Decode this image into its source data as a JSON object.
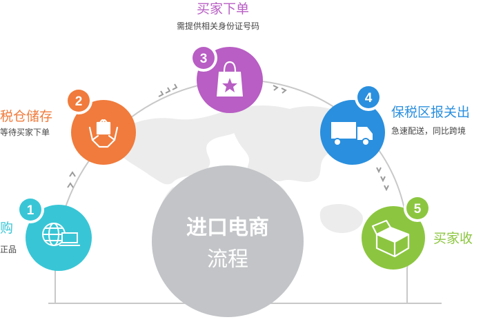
{
  "center": {
    "line1": "进口电商",
    "line2": "流程"
  },
  "steps": [
    {
      "num": "1",
      "title": "购",
      "subtitle": "正品",
      "color": "#38c6d6",
      "icon": "globe-laptop-icon"
    },
    {
      "num": "2",
      "title": "税仓储存",
      "subtitle": "等待买家下单",
      "color": "#f07b3c",
      "icon": "hands-gift-icon"
    },
    {
      "num": "3",
      "title": "买家下单",
      "subtitle": "需提供相关身份证号码",
      "color": "#b85ec4",
      "icon": "shopping-bag-icon"
    },
    {
      "num": "4",
      "title": "保税区报关出",
      "subtitle": "急速配送，同比跨境",
      "color": "#2a8fde",
      "icon": "truck-icon"
    },
    {
      "num": "5",
      "title": "买家收",
      "subtitle": "",
      "color": "#8cc640",
      "icon": "package-box-icon"
    }
  ],
  "colors": {
    "arc": "#c8c8c8",
    "map": "#ececec",
    "center_circle": "#c2c4c7"
  }
}
